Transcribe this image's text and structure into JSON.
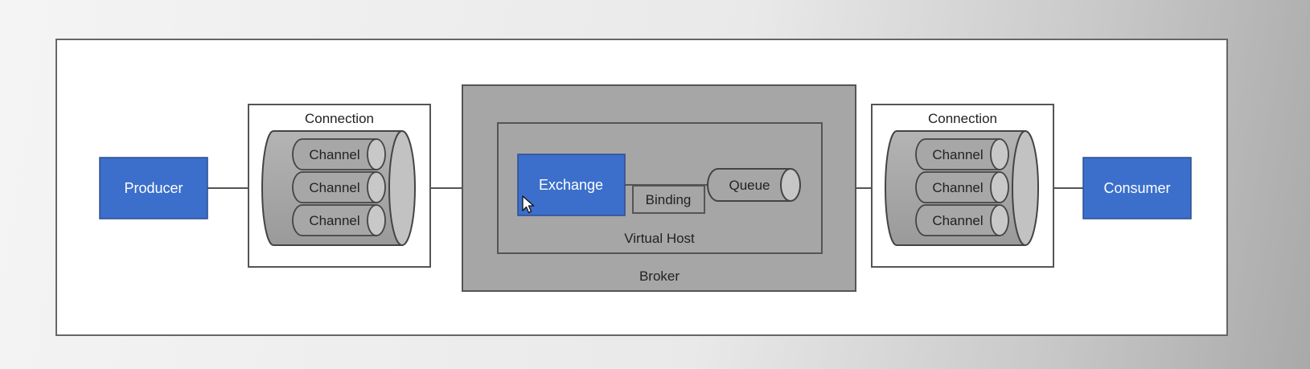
{
  "producer": {
    "label": "Producer",
    "color": "#3b6fcb"
  },
  "consumer": {
    "label": "Consumer",
    "color": "#3b6fcb"
  },
  "left_connection": {
    "label": "Connection",
    "channels": [
      "Channel",
      "Channel",
      "Channel"
    ]
  },
  "right_connection": {
    "label": "Connection",
    "channels": [
      "Channel",
      "Channel",
      "Channel"
    ]
  },
  "broker": {
    "label": "Broker",
    "virtual_host": {
      "label": "Virtual Host",
      "exchange": {
        "label": "Exchange",
        "color": "#3b6fcb"
      },
      "binding": {
        "label": "Binding"
      },
      "queue": {
        "label": "Queue"
      }
    }
  },
  "colors": {
    "accent_blue": "#3b6fcb",
    "broker_fill": "#a6a6a6",
    "cylinder_fill": "#a3a3a3",
    "outline": "#4a4a4a"
  }
}
